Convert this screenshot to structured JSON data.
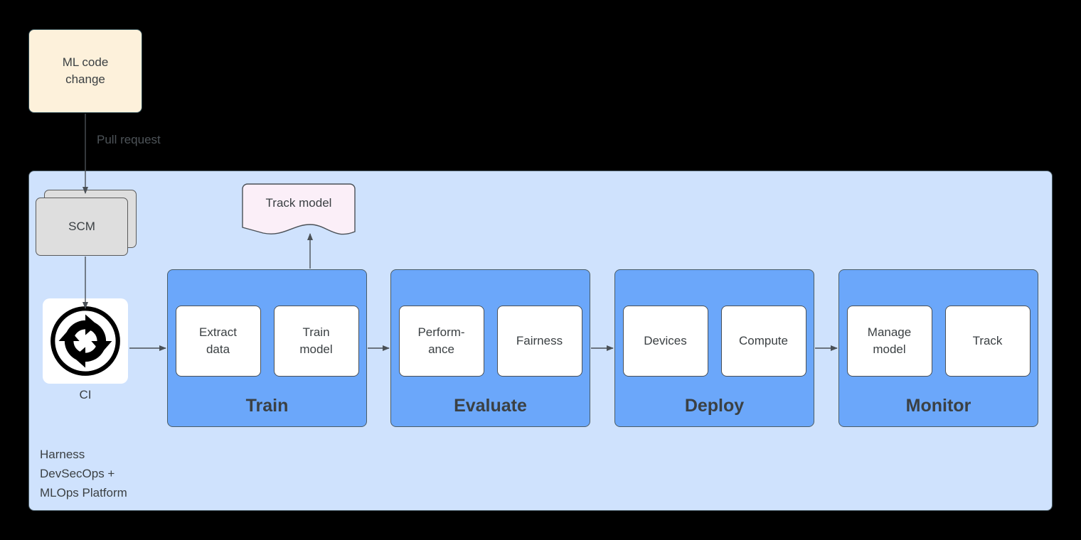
{
  "diagram": {
    "title": "Harness DevSecOps + MLOps Platform ML pipeline",
    "background_color": "#000000",
    "colors": {
      "platform_fill": "#CFE2FD",
      "stage_fill": "#6BA7FA",
      "card_fill": "#FFFFFF",
      "source_fill": "#FDF1DB",
      "scm_fill": "#DEDEDE",
      "doc_fill": "#FBEFF8",
      "text": "#3B4043",
      "edge": "#4A5C66"
    }
  },
  "source": {
    "label": "ML code\nchange",
    "shape": "rounded-rectangle"
  },
  "edges": {
    "pull_request_label": "Pull request"
  },
  "scm": {
    "label": "SCM",
    "shape": "stacked-documents"
  },
  "ci": {
    "caption": "CI",
    "icon": "cycle-arrows-icon"
  },
  "track_model": {
    "label": "Track model",
    "shape": "document"
  },
  "platform": {
    "caption": "Harness\nDevSecOps +\nMLOps Platform",
    "stages": [
      {
        "title": "Train",
        "cards": [
          {
            "label": "Extract\ndata"
          },
          {
            "label": "Train\nmodel"
          }
        ]
      },
      {
        "title": "Evaluate",
        "cards": [
          {
            "label": "Perform-\nance"
          },
          {
            "label": "Fairness"
          }
        ]
      },
      {
        "title": "Deploy",
        "cards": [
          {
            "label": "Devices"
          },
          {
            "label": "Compute"
          }
        ]
      },
      {
        "title": "Monitor",
        "cards": [
          {
            "label": "Manage\nmodel"
          },
          {
            "label": "Track"
          }
        ]
      }
    ]
  }
}
